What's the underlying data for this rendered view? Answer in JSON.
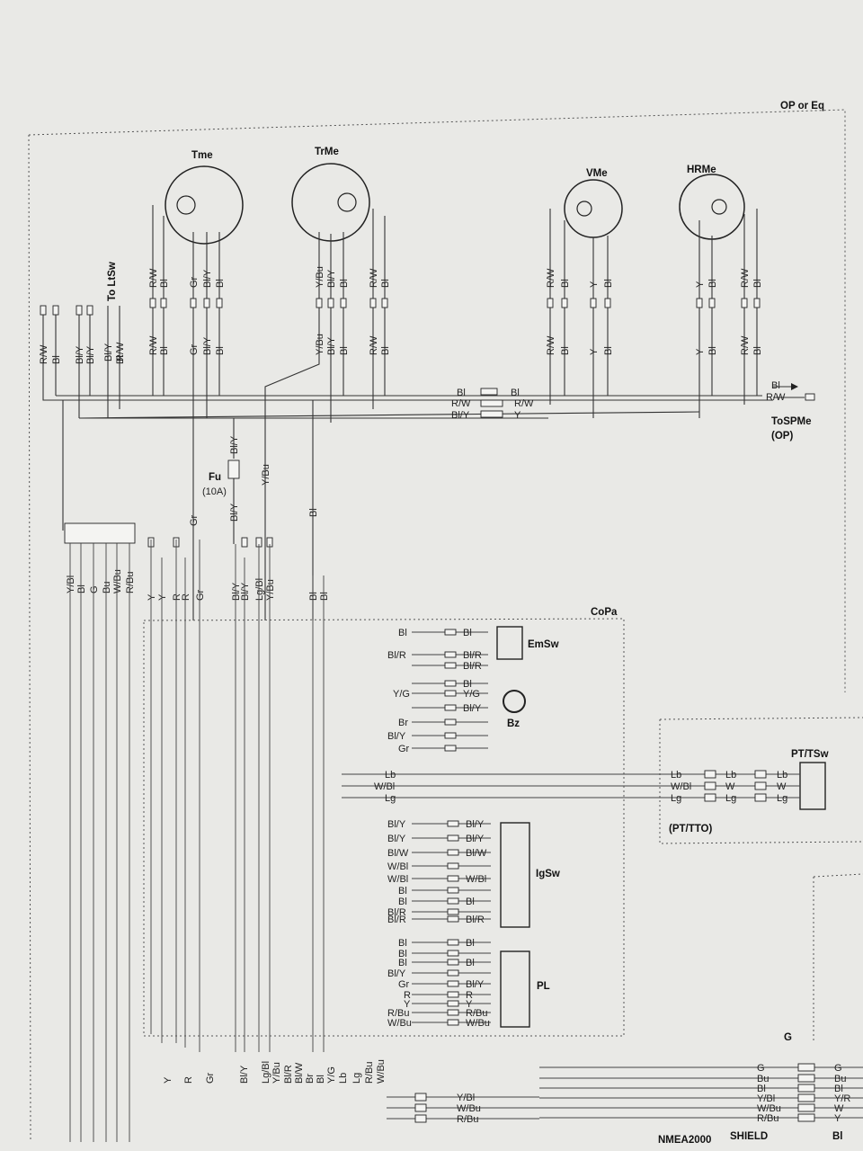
{
  "zones": {
    "outer": "OP or Eq",
    "control_panel": "CoPa",
    "trim_tilt": "(PT/TTO)",
    "speedometer": "ToSPMe",
    "speedometer_option": "(OP)",
    "network": "NMEA2000",
    "shield": "SHIELD"
  },
  "gauges": [
    {
      "id": "tme",
      "label": "Tme"
    },
    {
      "id": "trme",
      "label": "TrMe"
    },
    {
      "id": "vme",
      "label": "VMe"
    },
    {
      "id": "hrme",
      "label": "HRMe"
    }
  ],
  "gauge_wires": {
    "tme": [
      "R/W",
      "Bl",
      "Gr",
      "Bl/Y",
      "Bl"
    ],
    "trme": [
      "Y/Bu",
      "Bl/Y",
      "Bl",
      "R/W",
      "Bl"
    ],
    "vme": [
      "R/W",
      "Bl",
      "Y",
      "Bl"
    ],
    "hrme": [
      "Y",
      "Bl",
      "R/W",
      "Bl"
    ]
  },
  "lights": {
    "label": "To LtSw",
    "wires": [
      "R/W",
      "Bl",
      "Bl/Y",
      "Bl/Y",
      "Bl"
    ],
    "lower_wires": [
      "Bl/Y",
      "R/W"
    ]
  },
  "bus": [
    {
      "left": "Bl",
      "right": "Bl",
      "end": "Bl"
    },
    {
      "left": "R/W",
      "right": "R/W",
      "end": "R/W"
    },
    {
      "left": "Bl/Y",
      "right": "Y",
      "end": ""
    }
  ],
  "fuse": {
    "label": "Fu",
    "rating": "(10A)",
    "wire_top": "Bl/Y",
    "wire_bottom": "Bl/Y"
  },
  "vertical_wires": {
    "gr": "Gr",
    "ybu": "Y/Bu",
    "bl": "Bl"
  },
  "main_connector_wires": [
    "Y/Bl",
    "Bl",
    "G",
    "Bu",
    "W/Bu",
    "R/Bu"
  ],
  "mid_wires": [
    "Y",
    "Y",
    "R",
    "R",
    "Gr",
    "Bl/Y",
    "Bl/Y",
    "Lg/Bl",
    "Y/Bu",
    "Bl",
    "Bl"
  ],
  "components": {
    "emsw": "EmSw",
    "bz": "Bz",
    "igsw": "IgSw",
    "pl": "PL",
    "pttsw": "PT/TSw",
    "g": "G",
    "bl_top": "Bl"
  },
  "emsw_rows": [
    {
      "left": "Bl",
      "right": "Bl"
    },
    {
      "left": "Bl/R",
      "right": "Bl/R"
    },
    {
      "left": "",
      "right": "Bl/R"
    }
  ],
  "misc_rows": [
    {
      "left": "",
      "right": "Bl"
    },
    {
      "left": "Y/G",
      "right": "Y/G"
    },
    {
      "left": "",
      "right": "Bl/Y"
    },
    {
      "left": "Br",
      "right": ""
    },
    {
      "left": "Bl/Y",
      "right": ""
    },
    {
      "left": "Gr",
      "right": ""
    }
  ],
  "pt_rows": [
    "Lb",
    "W/Bl",
    "Lg"
  ],
  "pt_rows_right": [
    "Lb",
    "W",
    "Lg"
  ],
  "igsw_rows": [
    {
      "left": "Bl/Y",
      "right": "Bl/Y"
    },
    {
      "left": "Bl/Y",
      "right": "Bl/Y"
    },
    {
      "left": "Bl/W",
      "right": "Bl/W"
    },
    {
      "left": "W/Bl",
      "right": ""
    },
    {
      "left": "W/Bl",
      "right": "W/Bl"
    },
    {
      "left": "Bl",
      "right": ""
    },
    {
      "left": "Bl",
      "right": "Bl"
    },
    {
      "left": "Bl/R",
      "right": ""
    },
    {
      "left": "Bl/R",
      "right": "Bl/R"
    }
  ],
  "pl_rows": [
    {
      "left": "Bl",
      "right": "Bl"
    },
    {
      "left": "Bl",
      "right": ""
    },
    {
      "left": "Bl",
      "right": "Bl"
    },
    {
      "left": "Bl/Y",
      "right": ""
    },
    {
      "left": "Gr",
      "right": "Bl/Y"
    },
    {
      "left": "R",
      "right": "R"
    },
    {
      "left": "Y",
      "right": "Y"
    },
    {
      "left": "R/Bu",
      "right": "R/Bu"
    },
    {
      "left": "W/Bu",
      "right": "W/Bu"
    }
  ],
  "bottom_labels": [
    "Y",
    "R",
    "Gr",
    "Bl/Y",
    "Lg/Bl",
    "Y/Bu",
    "Bl/R",
    "Bl/W",
    "Br",
    "Bl",
    "Y/G",
    "Lb",
    "Lg",
    "R/Bu",
    "W/Bu"
  ],
  "bottom_right": {
    "left": [
      "Y/Bl",
      "W/Bu",
      "R/Bu"
    ],
    "g_left": [
      "G",
      "Bu",
      "Bl",
      "Y/Bl",
      "W/Bu",
      "R/Bu"
    ],
    "g_right": [
      "G",
      "Bu",
      "Bl",
      "Y/R",
      "W",
      "Y"
    ]
  },
  "colors": {
    "paper": "#e9e9e6",
    "ink": "#222222"
  }
}
